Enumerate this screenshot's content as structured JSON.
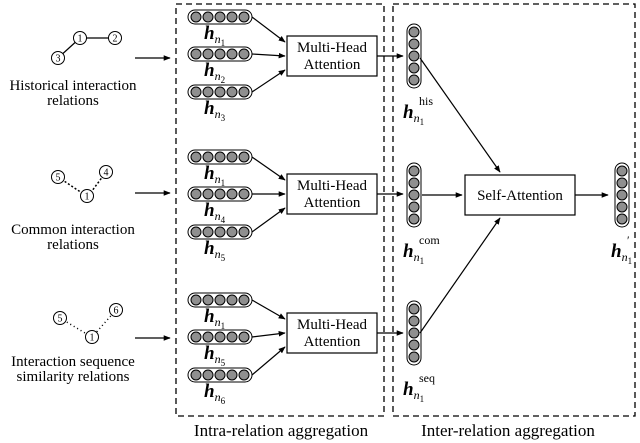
{
  "relations": [
    {
      "label_lines": [
        "Historical interaction",
        "relations"
      ],
      "nodes": [
        "1",
        "2",
        "3"
      ]
    },
    {
      "label_lines": [
        "Common interaction",
        "relations"
      ],
      "nodes": [
        "5",
        "4",
        "1"
      ]
    },
    {
      "label_lines": [
        "Interaction sequence",
        "similarity relations"
      ],
      "nodes": [
        "5",
        "1",
        "6"
      ]
    }
  ],
  "attention_box_lines": [
    "Multi-Head",
    "Attention"
  ],
  "self_attention_label": "Self-Attention",
  "sections": {
    "intra": "Intra-relation aggregation",
    "inter": "Inter-relation aggregation"
  },
  "vector_symbol": "h",
  "subscript_symbol": "n",
  "groups": [
    {
      "subscripts": [
        "1",
        "2",
        "3"
      ]
    },
    {
      "subscripts": [
        "1",
        "4",
        "5"
      ]
    },
    {
      "subscripts": [
        "1",
        "5",
        "6"
      ]
    }
  ],
  "aggregated": [
    {
      "sup": "his",
      "sub": "1"
    },
    {
      "sup": "com",
      "sub": "1"
    },
    {
      "sup": "seq",
      "sub": "1"
    }
  ],
  "final_output": {
    "sup": "′",
    "sub": "1"
  }
}
